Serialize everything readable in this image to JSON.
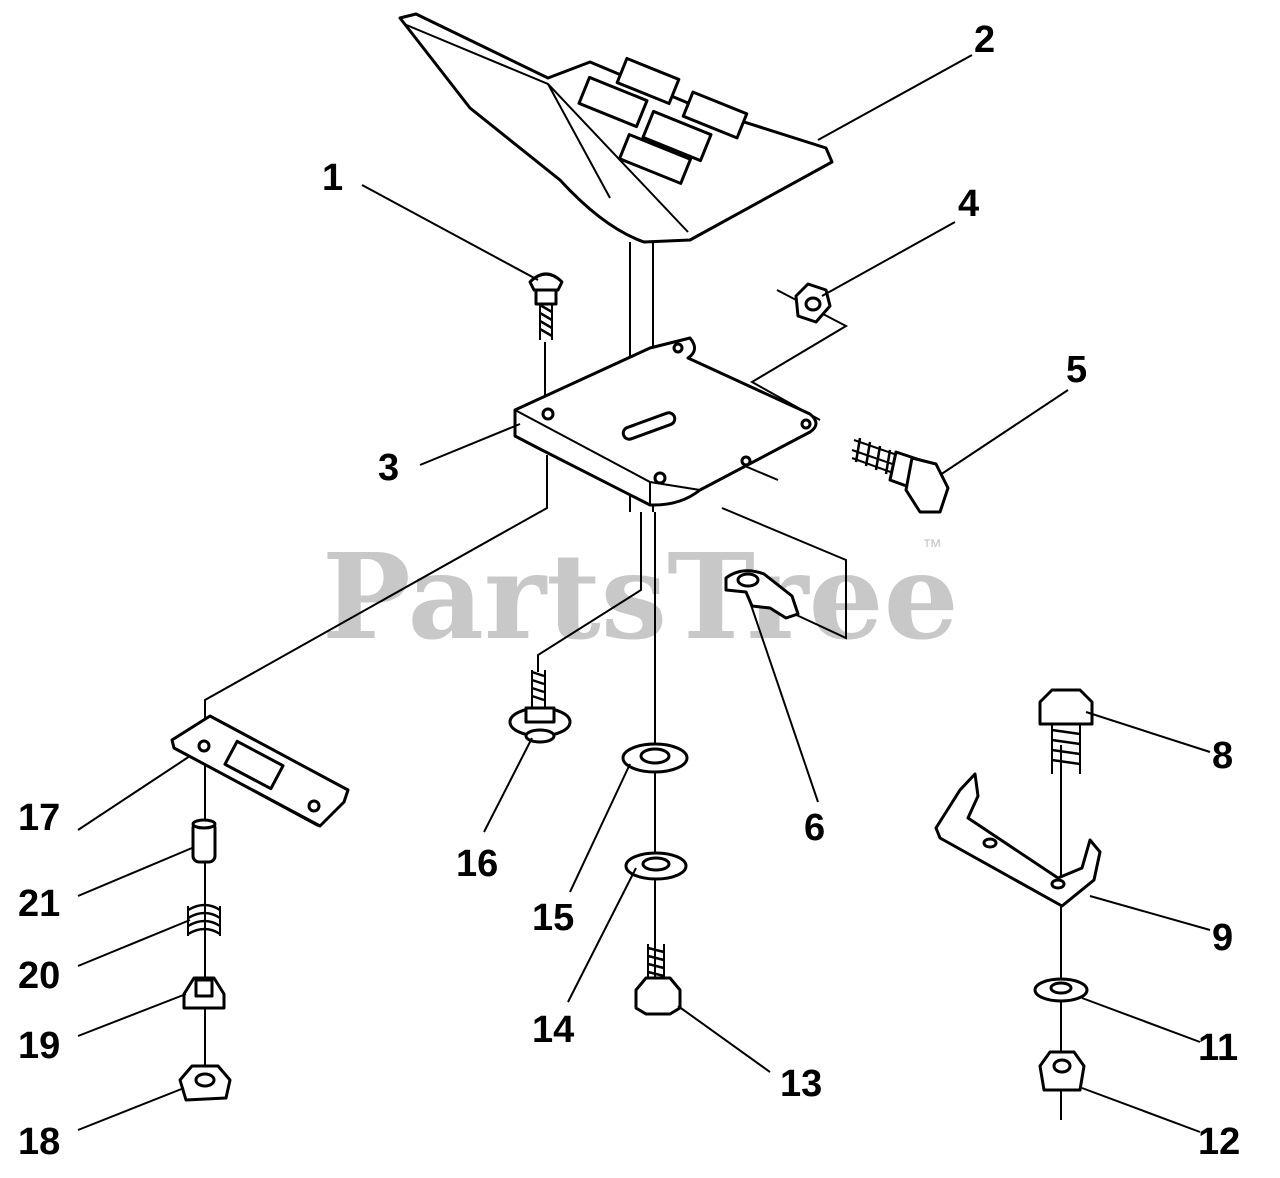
{
  "watermark": {
    "text": "PartsTree",
    "trademark": "™"
  },
  "callouts": [
    "1",
    "2",
    "3",
    "4",
    "5",
    "6",
    "8",
    "9",
    "11",
    "12",
    "13",
    "14",
    "15",
    "16",
    "17",
    "18",
    "19",
    "20",
    "21"
  ]
}
